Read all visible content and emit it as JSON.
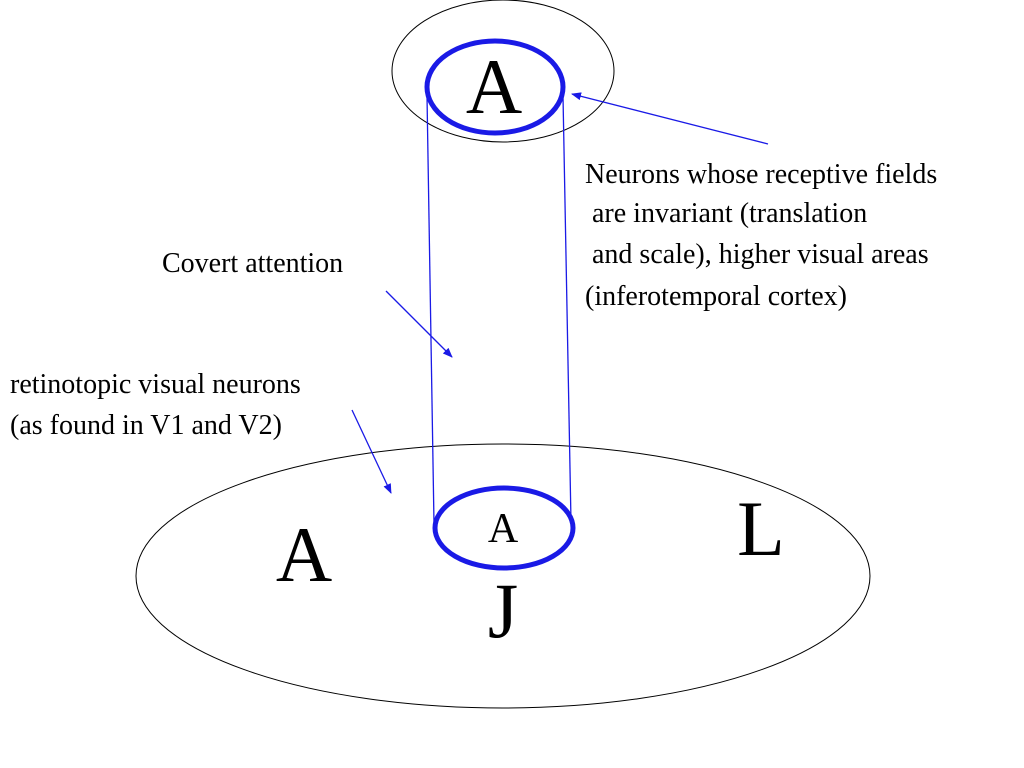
{
  "top_letter": "A",
  "bottom_letters": {
    "left": "A",
    "center": "A",
    "below_center": "J",
    "right": "L"
  },
  "labels": {
    "covert_attention": "Covert attention",
    "retinotopic": [
      "retinotopic visual neurons",
      "(as found in V1 and V2)"
    ],
    "invariant": [
      "Neurons whose receptive fields",
      " are invariant (translation",
      " and scale), higher visual areas",
      "(inferotemporal cortex)"
    ]
  },
  "colors": {
    "highlight": "#1a1ae6",
    "line": "#1a1ae6",
    "outline": "#000000",
    "text": "#000000"
  }
}
